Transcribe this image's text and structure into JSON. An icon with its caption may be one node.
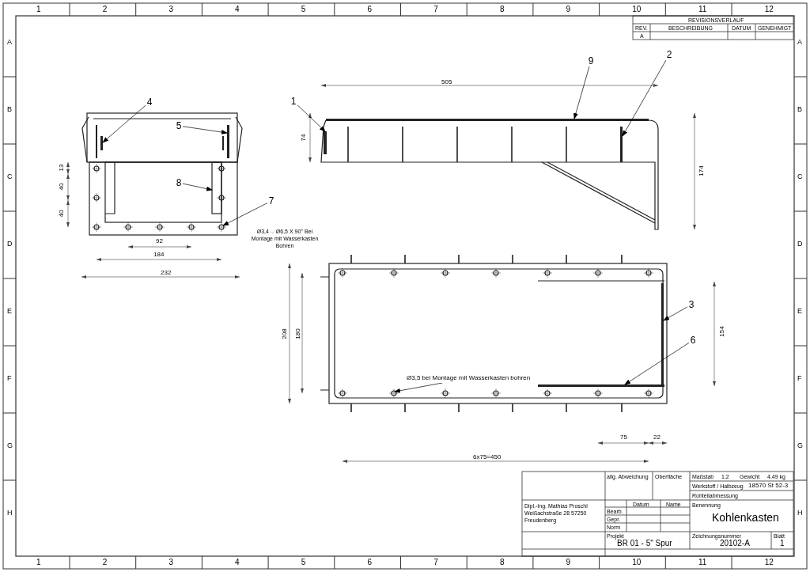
{
  "diagram": {
    "nodes": [
      {
        "text": [
          "4"
        ]
      },
      {
        "text": [
          "5"
        ]
      },
      {
        "text": [
          "8"
        ]
      },
      {
        "text": [
          "7"
        ]
      },
      {
        "text": [
          "1"
        ]
      },
      {
        "text": [
          "9"
        ]
      },
      {
        "text": [
          "2"
        ]
      },
      {
        "text": [
          "3"
        ]
      },
      {
        "text": [
          "6"
        ]
      },
      {
        "text": [
          "Ø3,5 bei Montage mit Wasserkasten bohren"
        ]
      },
      {
        "text": [],
        "shape": "bar"
      },
      {
        "text": [],
        "shape": "bar"
      },
      {
        "text": [],
        "shape": "box"
      },
      {
        "text": [],
        "shape": "circle"
      },
      {
        "text": [],
        "shape": "bar"
      },
      {
        "text": [],
        "shape": "bar"
      },
      {
        "text": [],
        "shape": "bar"
      },
      {
        "text": [],
        "shape": "bar"
      },
      {
        "text": [],
        "shape": "bar"
      },
      {
        "text": [],
        "shape": "circle"
      }
    ],
    "edges": [
      {
        "from": 0,
        "to": 10,
        "arrow": "to"
      },
      {
        "from": 1,
        "to": 11,
        "arrow": "to"
      },
      {
        "from": 2,
        "to": 12,
        "arrow": "to"
      },
      {
        "from": 3,
        "to": 13,
        "arrow": "to"
      },
      {
        "from": 4,
        "to": 14,
        "arrow": "to"
      },
      {
        "from": 5,
        "to": 15,
        "arrow": "to"
      },
      {
        "from": 6,
        "to": 16,
        "arrow": "to"
      },
      {
        "from": 7,
        "to": 17,
        "arrow": "to"
      },
      {
        "from": 8,
        "to": 18,
        "arrow": "to"
      },
      {
        "from": 9,
        "to": 19,
        "arrow": "to"
      }
    ],
    "labels": [
      "1",
      "2",
      "3",
      "4",
      "5",
      "6",
      "7",
      "8",
      "9",
      "10",
      "11",
      "12",
      "A",
      "B",
      "C",
      "D",
      "E",
      "F",
      "G",
      "H",
      "A",
      "B",
      "C",
      "D",
      "E",
      "F",
      "G",
      "H",
      "1",
      "2",
      "3",
      "4",
      "5",
      "6",
      "7",
      "8",
      "9",
      "10",
      "11",
      "12",
      "505",
      "74",
      "174",
      "13",
      "40",
      "40",
      "92",
      "184",
      "232",
      "208",
      "180",
      "154",
      "75",
      "22",
      "6x75=450",
      "Ø3,4 ⌵ Ø6,5 X 90° Bei Montage mit Wasserkasten Bohren",
      "REVISIONSVERLAUF",
      "REV.",
      "BESCHREIBUNG",
      "DATUM",
      "GENEHMIGT",
      "A",
      "allg. Abweichung",
      "Oberfläche",
      "Maßstab",
      "1:2",
      "Gewicht",
      "4,49 kg",
      "Werkstoff / Halbzeug",
      "18570 St 52-3",
      "Rohteilabmessung",
      "Datum",
      "Name",
      "Bearb.",
      "Gepr.",
      "Norm",
      "Benennung",
      "Kohlenkasten",
      "Dipl.-Ing. Mathias Proschl Weißachstraße 28 57250 Freudenberg",
      "Projekt",
      "BR 01 - 5\" Spur",
      "Zeichnungsnummer",
      "20102-A",
      "Blatt",
      "1"
    ]
  }
}
